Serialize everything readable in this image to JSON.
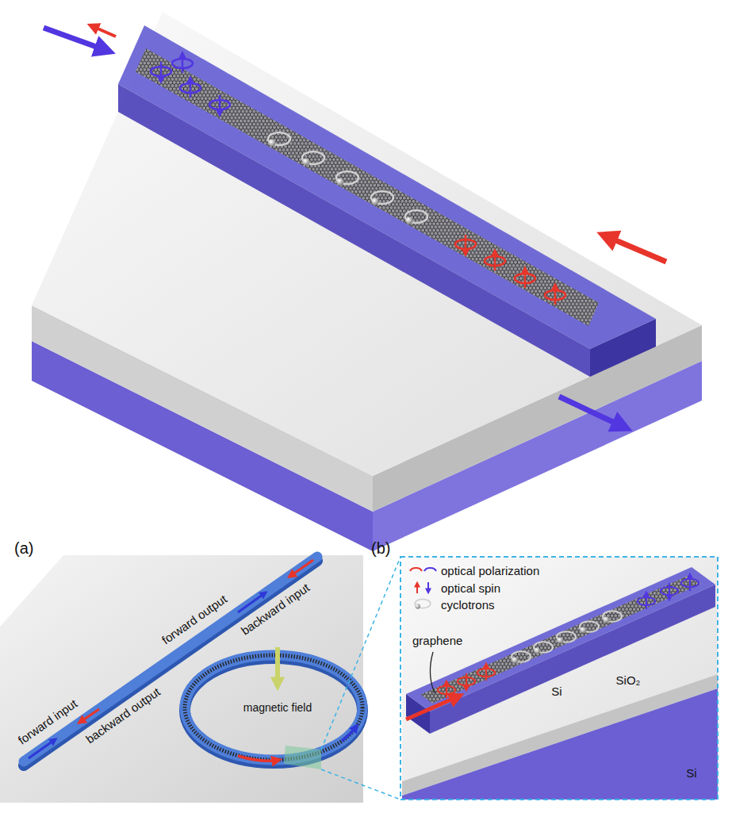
{
  "diagram": {
    "labels": [
      "(a)",
      "(b)",
      "forward input",
      "backward output",
      "forward output",
      "backward input",
      "magnetic field",
      "graphene",
      "Si",
      "SiO₂",
      "Si"
    ],
    "legend": [
      {
        "text": "optical polarization"
      },
      {
        "text": "optical spin"
      },
      {
        "text": "cyclotrons"
      }
    ]
  }
}
